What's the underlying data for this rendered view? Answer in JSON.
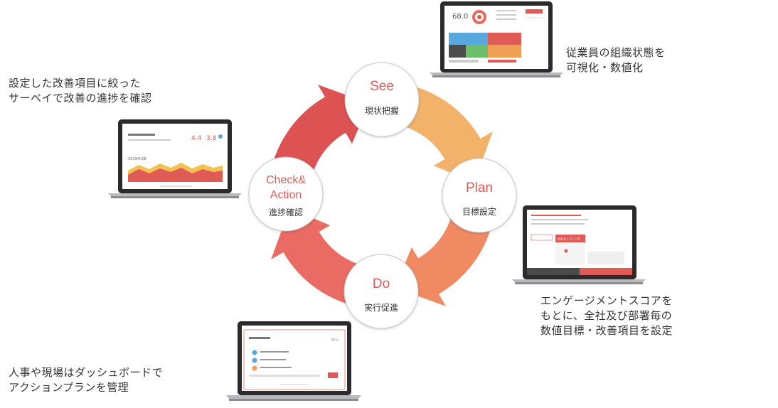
{
  "cycle": {
    "see": {
      "title": "See",
      "subtitle": "現状把握"
    },
    "plan": {
      "title": "Plan",
      "subtitle": "目標設定"
    },
    "do": {
      "title": "Do",
      "subtitle": "実行促進"
    },
    "check": {
      "title_line1": "Check&",
      "title_line2": "Action",
      "subtitle": "進捗確認"
    }
  },
  "captions": {
    "see": "従業員の組織状態を\n可視化・数値化",
    "plan": "エンゲージメントスコアを\nもとに、全社及び部署毎の\n数値目標・改善項目を設定",
    "do": "人事や現場はダッシュボードで\nアクションプランを管理",
    "check": "設定した改善項目に絞った\nサーベイで改善の進捗を確認"
  },
  "laptops": {
    "see": {
      "score": "68.0"
    },
    "check": {
      "date": "2019/4/28",
      "value1": "4.4",
      "value2": "3.8"
    },
    "plan": {
      "date": "2019 / 11 / 15"
    },
    "do": {
      "percent": "30%"
    }
  },
  "colors": {
    "accent": "#e05b55",
    "arrow_see": "#f3b26a",
    "arrow_plan": "#ef8a63",
    "arrow_do": "#e96b63",
    "arrow_check": "#dd5252"
  }
}
